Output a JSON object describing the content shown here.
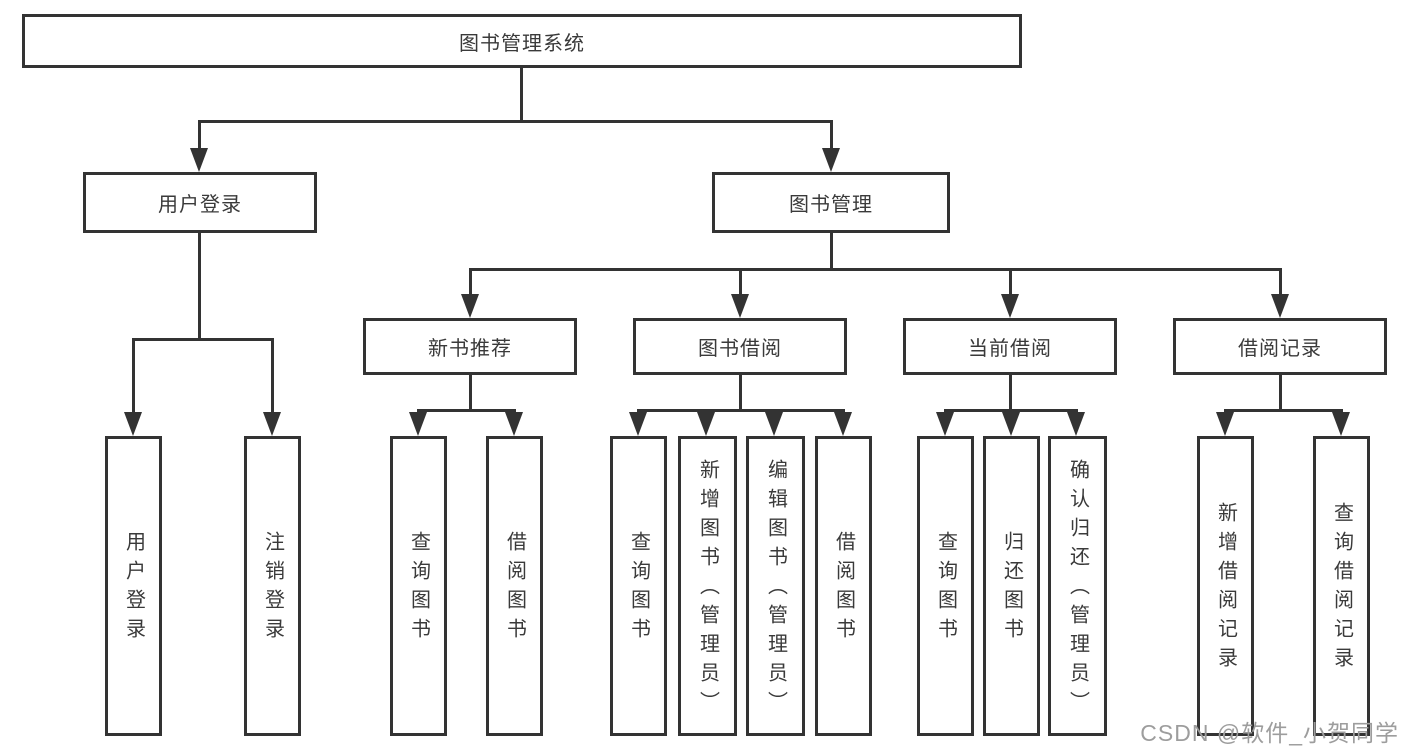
{
  "diagram": {
    "type": "feature-tree",
    "colors": {
      "line": "#333333",
      "box_border": "#333333",
      "box_fill": "#ffffff",
      "text": "#3a3a3a",
      "watermark": "#9d9d9d",
      "background": "#ffffff"
    },
    "tree": {
      "label": "图书管理系统",
      "children": [
        {
          "label": "用户登录",
          "children": [
            {
              "label": "用户登录"
            },
            {
              "label": "注销登录"
            }
          ]
        },
        {
          "label": "图书管理",
          "children": [
            {
              "label": "新书推荐",
              "children": [
                {
                  "label": "查询图书"
                },
                {
                  "label": "借阅图书"
                }
              ]
            },
            {
              "label": "图书借阅",
              "children": [
                {
                  "label": "查询图书"
                },
                {
                  "label": "新增图书（管理员）"
                },
                {
                  "label": "编辑图书（管理员）"
                },
                {
                  "label": "借阅图书"
                }
              ]
            },
            {
              "label": "当前借阅",
              "children": [
                {
                  "label": "查询图书"
                },
                {
                  "label": "归还图书"
                },
                {
                  "label": "确认归还（管理员）"
                }
              ]
            },
            {
              "label": "借阅记录",
              "children": [
                {
                  "label": "新增借阅记录"
                },
                {
                  "label": "查询借阅记录"
                }
              ]
            }
          ]
        }
      ]
    },
    "watermark": {
      "text": "CSDN @软件_小贺同学"
    }
  }
}
